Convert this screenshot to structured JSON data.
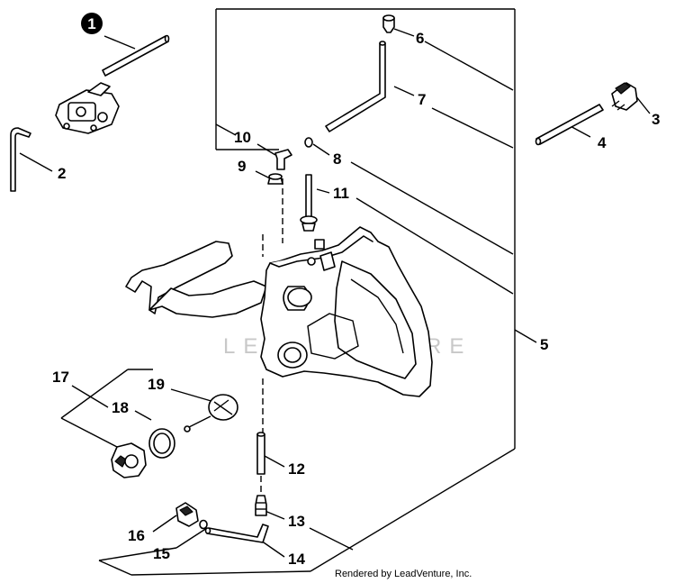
{
  "labels": {
    "p1": "1",
    "p2": "2",
    "p3": "3",
    "p4": "4",
    "p5": "5",
    "p6": "6",
    "p7": "7",
    "p8": "8",
    "p9": "9",
    "p10": "10",
    "p11": "11",
    "p12": "12",
    "p13": "13",
    "p14": "14",
    "p15": "15",
    "p16": "16",
    "p17": "17",
    "p18": "18",
    "p19": "19"
  },
  "watermark": "LEADVENTURE",
  "credit": "Rendered by LeadVenture, Inc."
}
